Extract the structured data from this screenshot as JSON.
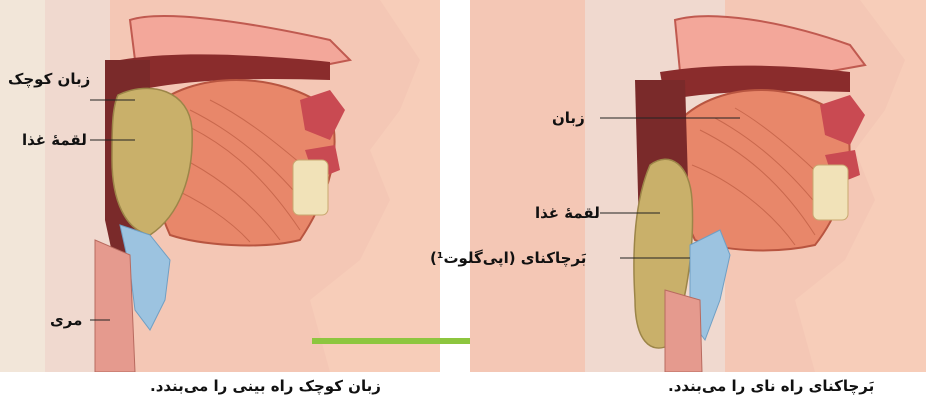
{
  "left_panel": {
    "labels": {
      "uvula": "زبان کوچک",
      "food_bolus": "لقمهٔ غذا",
      "esophagus": "مری"
    },
    "caption": "زبان کوچک راه بینی را می‌بندد."
  },
  "right_panel": {
    "labels": {
      "tongue": "زبان",
      "food_bolus": "لقمهٔ غذا",
      "epiglottis": "بَرچاکنای (اپی‌گلوت¹)"
    },
    "caption": "بَرچاکنای راه نای را می‌بندد."
  },
  "colors": {
    "skin": "#f4c7b5",
    "muscle": "#e8876a",
    "cavity_dark": "#7a2a2a",
    "bolus": "#c9b06a",
    "cartilage": "#9cc3e0",
    "arrow": "#8dc63f"
  }
}
